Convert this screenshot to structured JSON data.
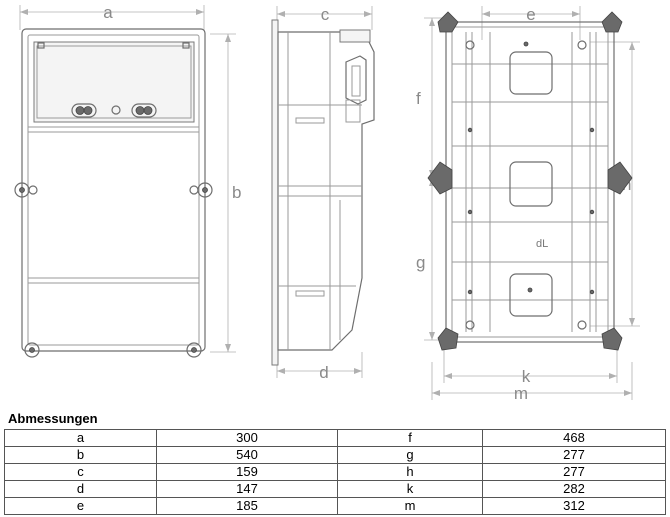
{
  "drawing": {
    "dimension_letters": [
      "a",
      "b",
      "c",
      "d",
      "e",
      "f",
      "g",
      "h",
      "k",
      "m"
    ],
    "logo_text": "dL"
  },
  "table": {
    "title": "Abmessungen",
    "rows": [
      {
        "l1": "a",
        "v1": "300",
        "l2": "f",
        "v2": "468"
      },
      {
        "l1": "b",
        "v1": "540",
        "l2": "g",
        "v2": "277"
      },
      {
        "l1": "c",
        "v1": "159",
        "l2": "h",
        "v2": "277"
      },
      {
        "l1": "d",
        "v1": "147",
        "l2": "k",
        "v2": "282"
      },
      {
        "l1": "e",
        "v1": "185",
        "l2": "m",
        "v2": "312"
      }
    ]
  }
}
